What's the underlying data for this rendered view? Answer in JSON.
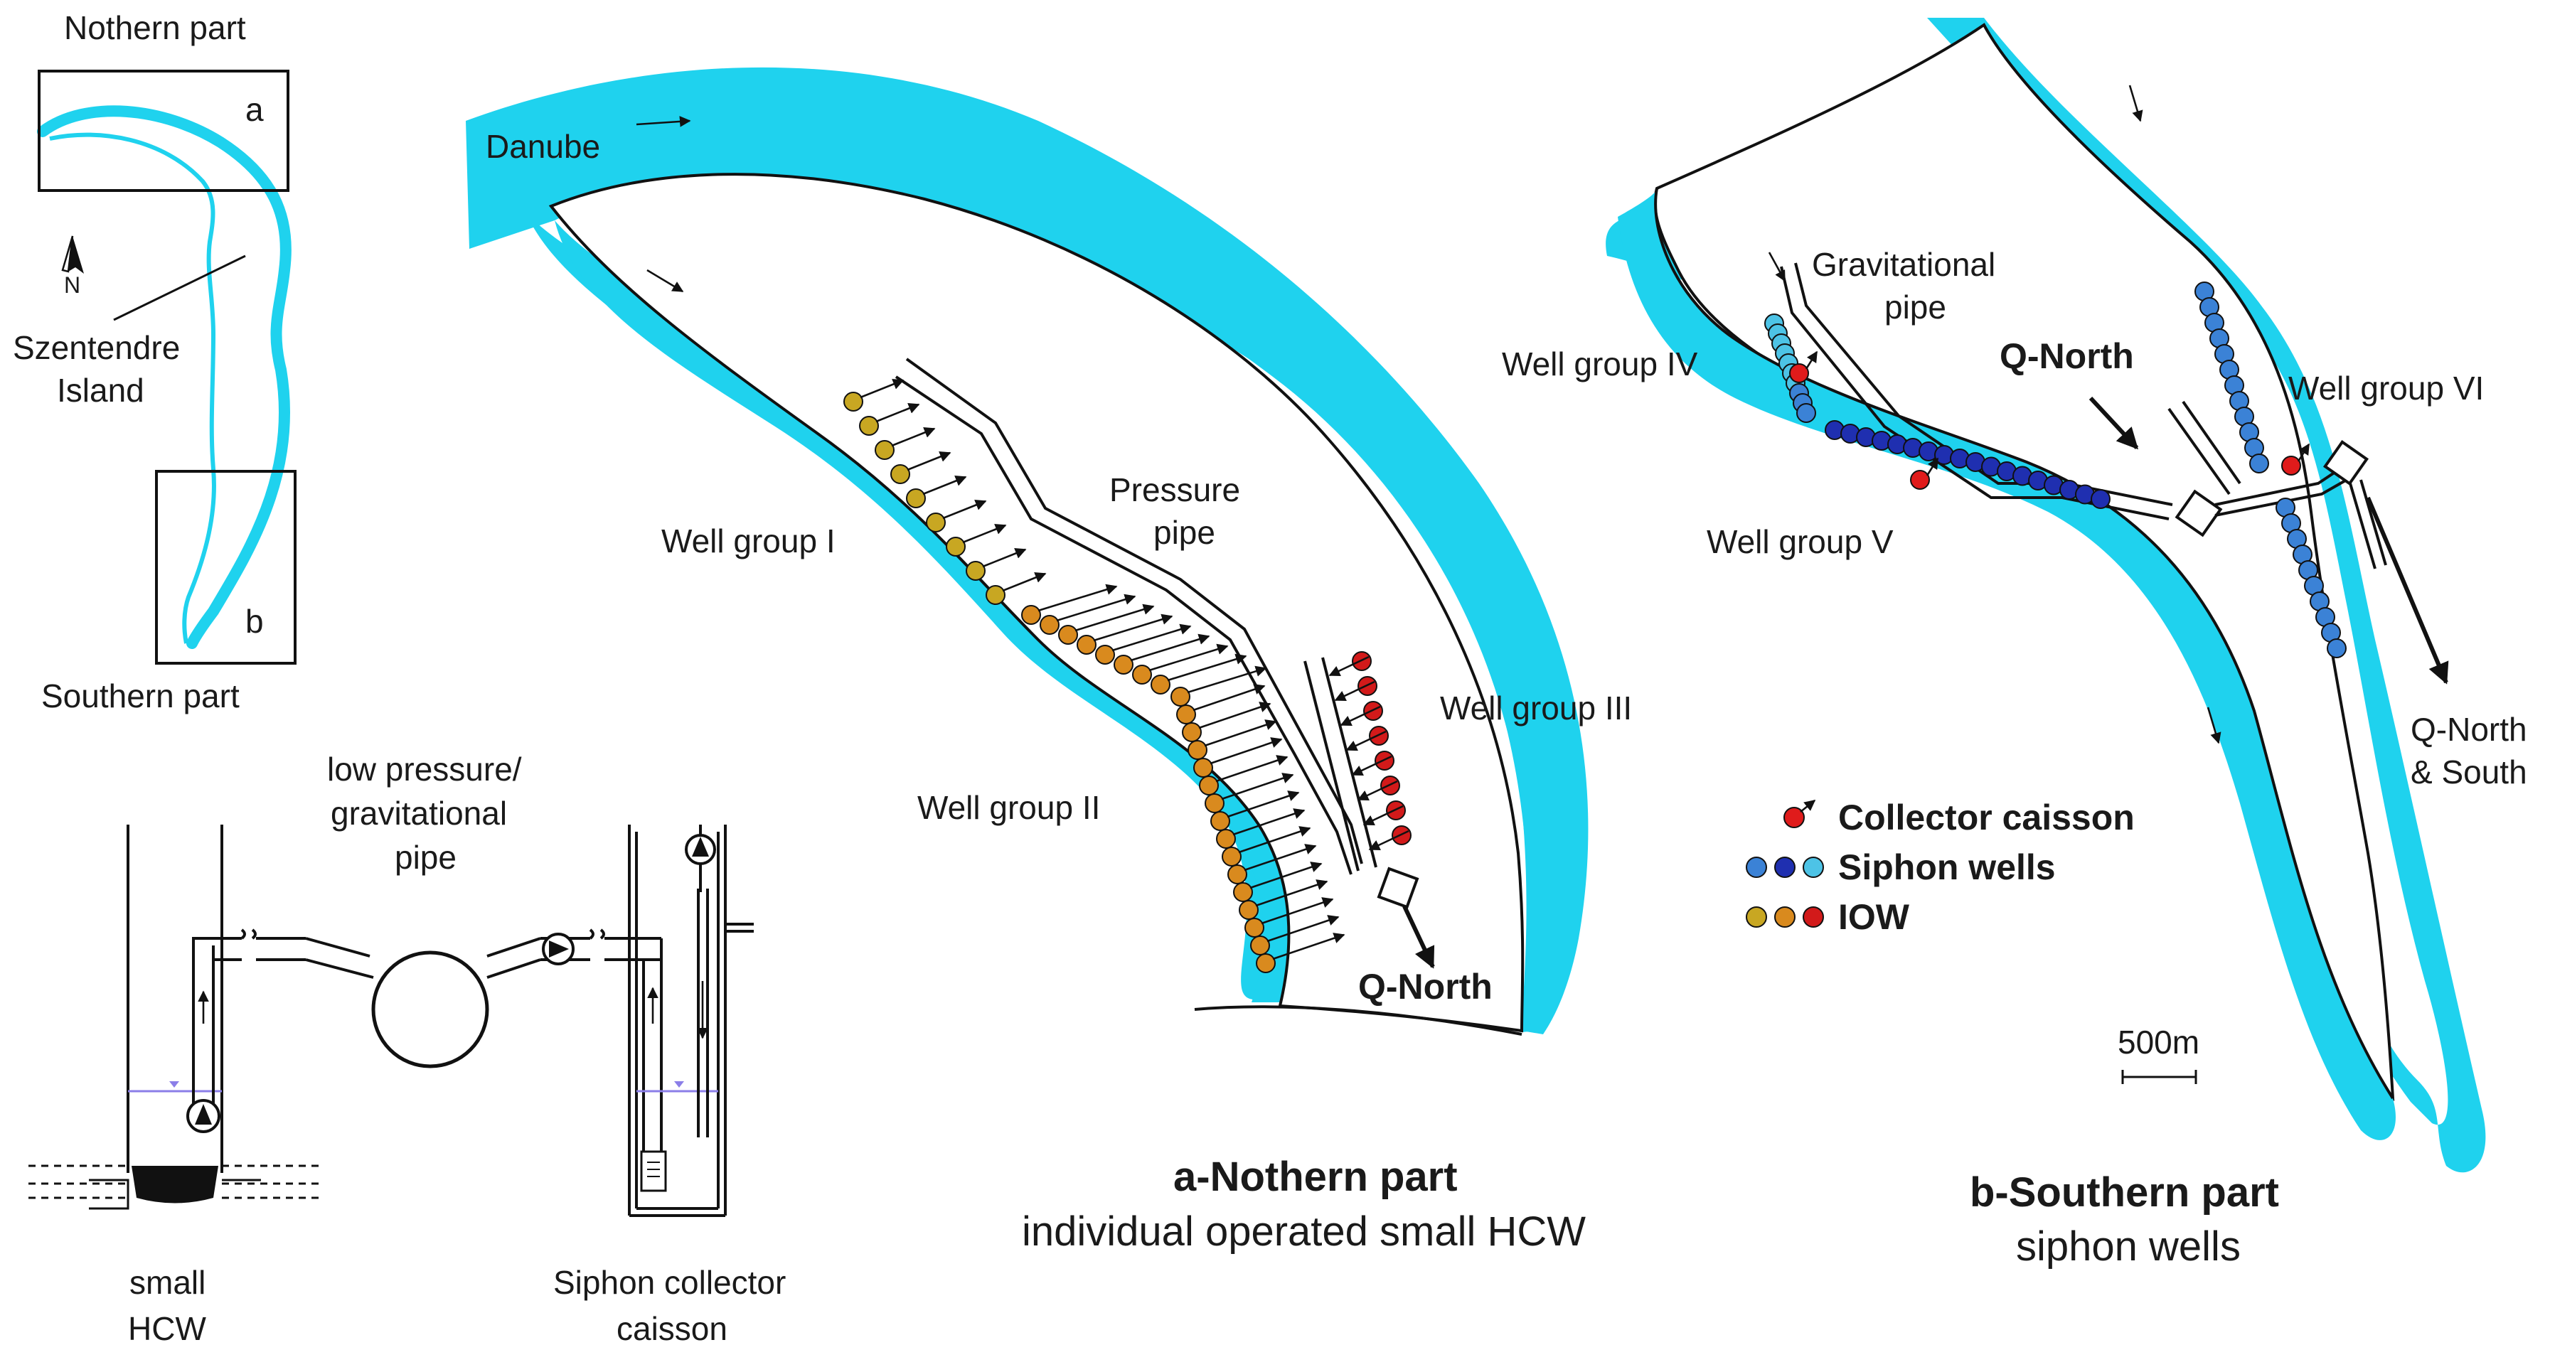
{
  "colors": {
    "river": "#1fd2ee",
    "iow_yellow": "#c8a722",
    "iow_orange": "#d98a1e",
    "iow_red": "#d21a1a",
    "siphon_light": "#4dc3e6",
    "siphon_mid": "#3b82d6",
    "siphon_dark": "#1f2fb0",
    "collector": "#e01b1b",
    "water_level": "#8b7ee8"
  },
  "overview": {
    "north_label": "Nothern part",
    "south_label": "Southern part",
    "box_a": "a",
    "box_b": "b",
    "island_label_1": "Szentendre",
    "island_label_2": "Island",
    "north_arrow": "N"
  },
  "schematic": {
    "pipe_label_1": "low pressure/",
    "pipe_label_2": "gravitational",
    "pipe_label_3": "pipe",
    "left_label_1": "small",
    "left_label_2": "HCW",
    "right_label_1": "Siphon collector",
    "right_label_2": "caisson"
  },
  "north_map": {
    "river_label": "Danube",
    "group_1": "Well group I",
    "group_2": "Well group II",
    "group_3": "Well group III",
    "pipe_label_1": "Pressure",
    "pipe_label_2": "pipe",
    "outflow": "Q-North",
    "caption_bold": "a-Nothern part",
    "caption": "individual operated small HCW"
  },
  "south_map": {
    "pipe_label_1": "Gravitational",
    "pipe_label_2": "pipe",
    "group_4": "Well group IV",
    "group_5": "Well group V",
    "group_6": "Well group VI",
    "inflow": "Q-North",
    "outflow_1": "Q-North",
    "outflow_2": "& South",
    "scale": "500m",
    "caption_bold": "b-Southern part",
    "caption": "siphon wells"
  },
  "legend": {
    "collector": "Collector caisson",
    "siphon": "Siphon wells",
    "iow": "IOW"
  }
}
